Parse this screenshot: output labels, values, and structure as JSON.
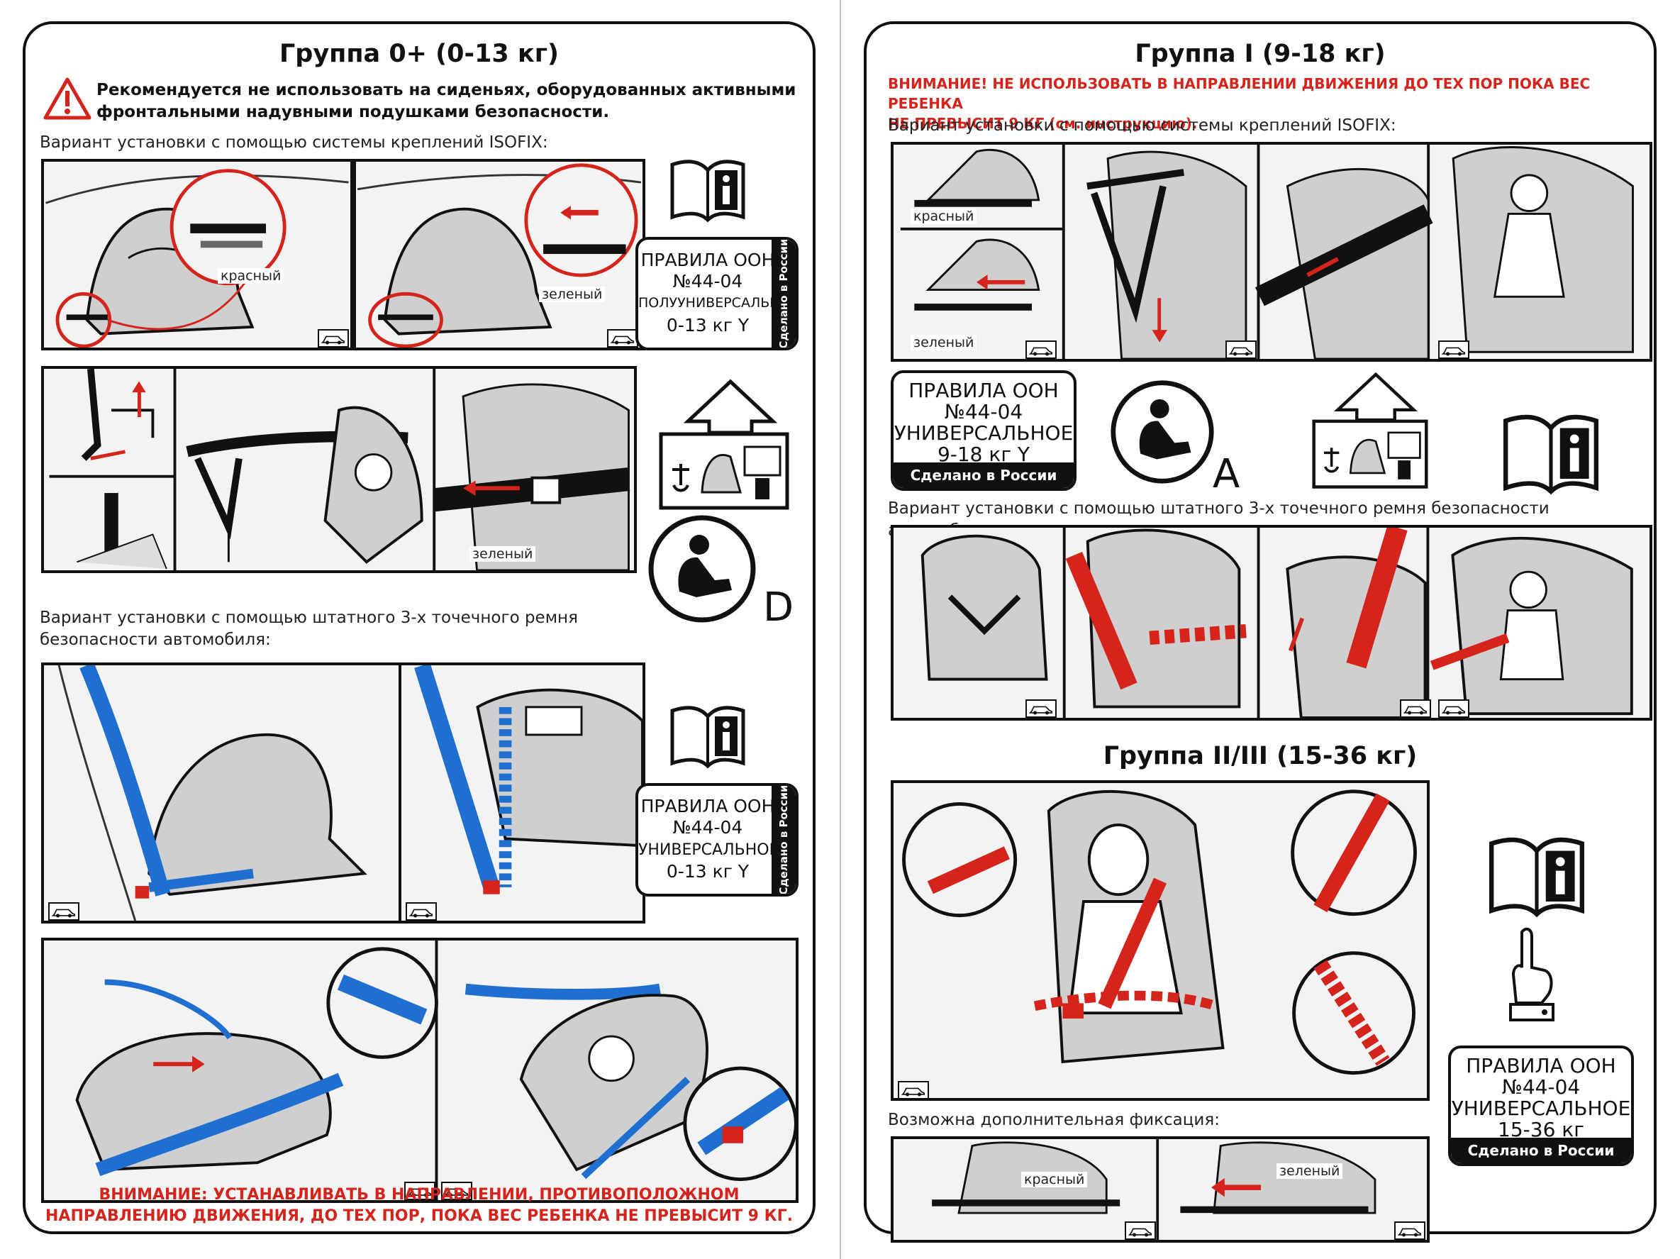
{
  "left": {
    "title": "Группа 0+ (0-13 кг)",
    "airbag_warning": [
      "Рекомендуется не использовать на сиденьях, оборудованных активными",
      "фронтальными надувными подушками безопасности."
    ],
    "isofix_caption": "Вариант установки с помощью системы креплений ISOFIX:",
    "isofix_labels": {
      "red": "красный",
      "green": "зеленый"
    },
    "tether_label_green": "зеленый",
    "badge_semi": {
      "lines": [
        "ПРАВИЛА ООН",
        "№44-04",
        "ПОЛУУНИВЕРСАЛЬНОЕ",
        "0-13 кг Y"
      ],
      "side": "Сделано в России"
    },
    "badge_universal": {
      "lines": [
        "ПРАВИЛА ООН",
        "№44-04",
        "УНИВЕРСАЛЬНОЕ",
        "0-13 кг Y"
      ],
      "side": "Сделано в России"
    },
    "size_class": "D",
    "belt_caption": [
      "Вариант установки с помощью штатного 3-х точечного ремня",
      "безопасности автомобиля:"
    ],
    "bottom_warning": [
      "ВНИМАНИЕ: УСТАНАВЛИВАТЬ В НАПРАВЛЕНИИ, ПРОТИВОПОЛОЖНОМ",
      "НАПРАВЛЕНИЮ ДВИЖЕНИЯ, ДО ТЕХ ПОР, ПОКА ВЕС РЕБЕНКА НЕ ПРЕВЫСИТ 9 КГ."
    ]
  },
  "right": {
    "title": "Группа I (9-18 кг)",
    "warning": [
      "ВНИМАНИЕ! НЕ ИСПОЛЬЗОВАТЬ В НАПРАВЛЕНИИ ДВИЖЕНИЯ ДО ТЕХ ПОР ПОКА ВЕС РЕБЕНКА",
      "НЕ ПРЕВЫСИТ 9 КГ (см. инструкцию)."
    ],
    "isofix_caption": "Вариант установки с помощью системы креплений ISOFIX:",
    "isofix_labels": {
      "red": "красный",
      "green": "зеленый"
    },
    "badge_group1": {
      "lines": [
        "ПРАВИЛА ООН",
        "№44-04",
        "УНИВЕРСАЛЬНОЕ",
        "9-18 кг Y"
      ],
      "bottom": "Сделано в России"
    },
    "size_class": "A",
    "belt_caption": "Вариант установки с помощью штатного 3-х точечного ремня безопасности автомобиля:",
    "group23_title": "Группа II/III (15-36 кг)",
    "extra_caption": "Возможна дополнительная фиксация:",
    "extra_labels": {
      "red": "красный",
      "green": "зеленый"
    },
    "badge_group23": {
      "lines": [
        "ПРАВИЛА ООН",
        "№44-04",
        "УНИВЕРСАЛЬНОЕ",
        "15-36 кг"
      ],
      "bottom": "Сделано в России"
    }
  }
}
